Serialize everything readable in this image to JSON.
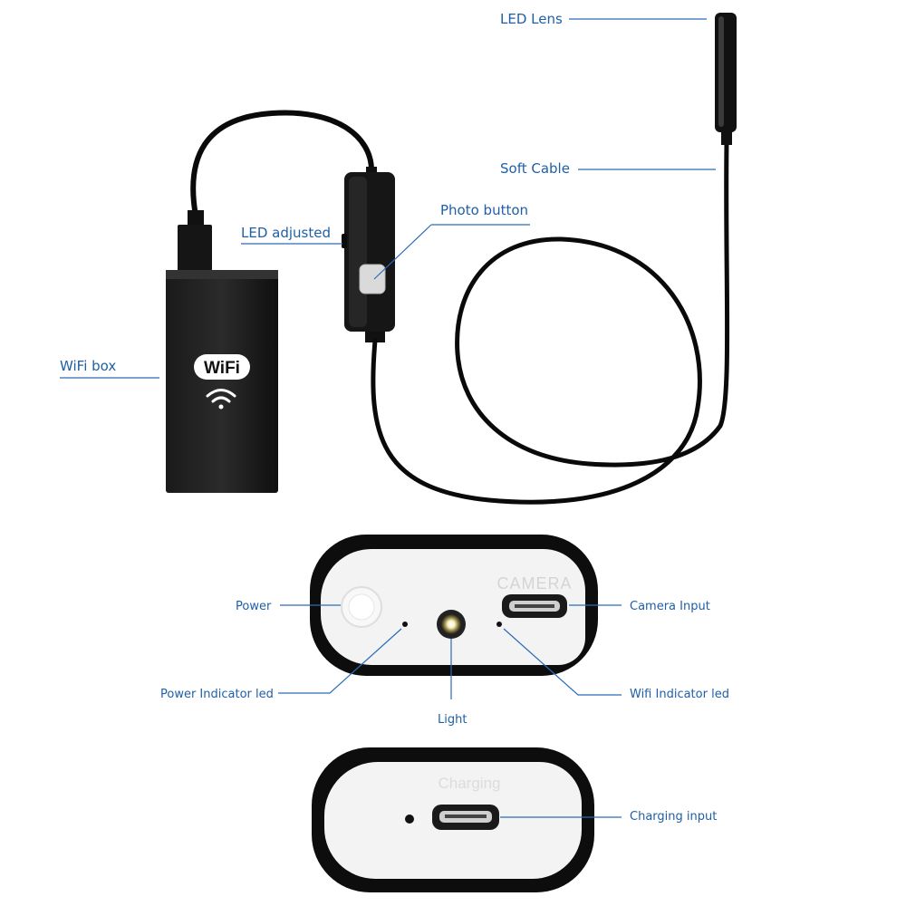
{
  "labels": {
    "led_lens": "LED Lens",
    "soft_cable": "Soft Cable",
    "photo_button": "Photo button",
    "led_adjusted": "LED adjusted",
    "wifi_box": "WiFi box",
    "power": "Power",
    "camera_input": "Camera Input",
    "power_indicator_led": "Power Indicator led",
    "wifi_indicator_led": "Wifi Indicator led",
    "light": "Light",
    "charging_input": "Charging input"
  },
  "device_text": {
    "wifi_logo": "WiFi",
    "camera_port": "CAMERA",
    "charging_port": "Charging"
  },
  "colors": {
    "label_blue": "#1f5fa8",
    "device_black": "#0d0d0d",
    "panel_white": "#f3f3f3"
  }
}
